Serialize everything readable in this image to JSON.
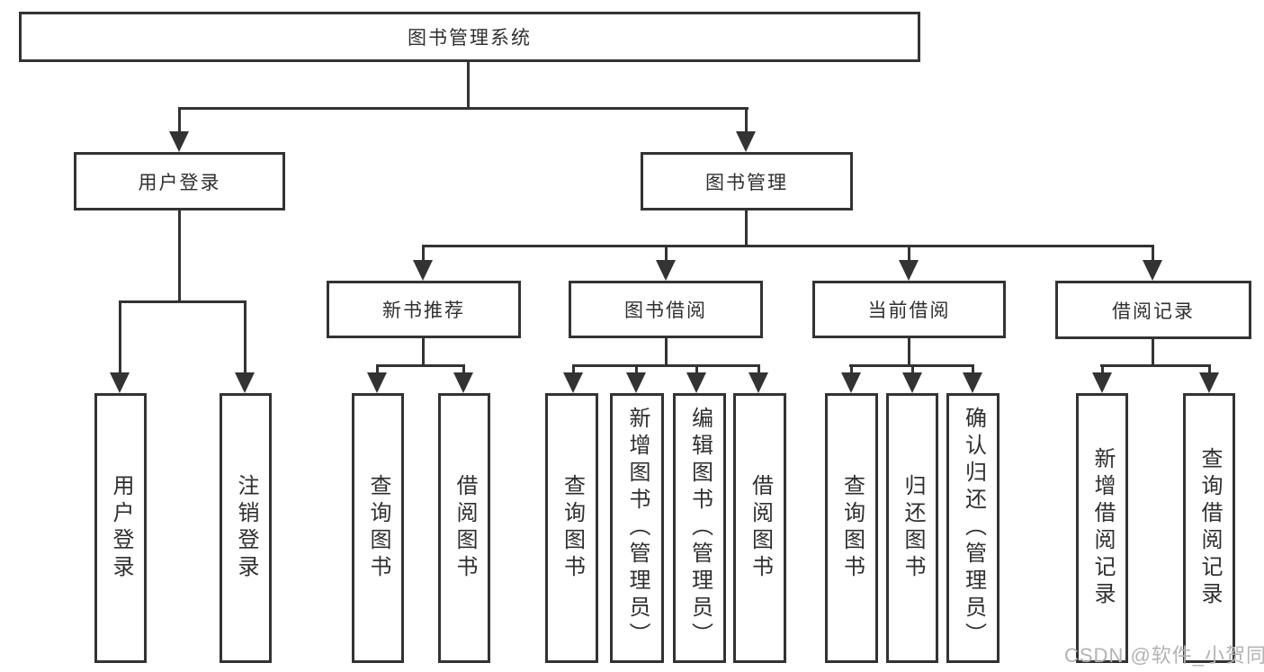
{
  "diagram_type": "hierarchy-chart",
  "tree": {
    "label": "图书管理系统",
    "children": [
      {
        "label": "用户登录",
        "children": [
          {
            "label": "用户登录"
          },
          {
            "label": "注销登录"
          }
        ]
      },
      {
        "label": "图书管理",
        "children": [
          {
            "label": "新书推荐",
            "children": [
              {
                "label": "查询图书"
              },
              {
                "label": "借阅图书"
              }
            ]
          },
          {
            "label": "图书借阅",
            "children": [
              {
                "label": "查询图书"
              },
              {
                "label": "新增图书（管理员）"
              },
              {
                "label": "编辑图书（管理员）"
              },
              {
                "label": "借阅图书"
              }
            ]
          },
          {
            "label": "当前借阅",
            "children": [
              {
                "label": "查询图书"
              },
              {
                "label": "归还图书"
              },
              {
                "label": "确认归还（管理员）"
              }
            ]
          },
          {
            "label": "借阅记录",
            "children": [
              {
                "label": "新增借阅记录"
              },
              {
                "label": "查询借阅记录"
              }
            ]
          }
        ]
      }
    ]
  },
  "watermark": {
    "text": "CSDN @软件_小贺同学"
  },
  "colors": {
    "line": "#333333",
    "box_border": "#333333",
    "text": "#2f2f2f",
    "background": "#ffffff",
    "watermark_text": "#b3b3b3"
  }
}
